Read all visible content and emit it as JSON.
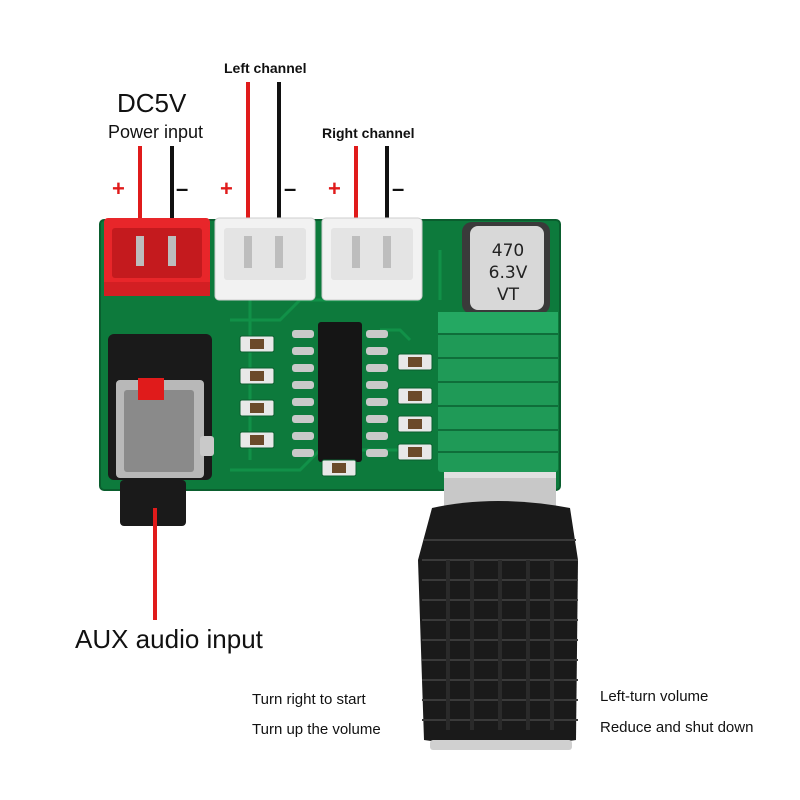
{
  "labels": {
    "dc5v": "DC5V",
    "power_input": "Power input",
    "left_channel": "Left channel",
    "right_channel": "Right channel",
    "aux_input": "AUX audio input",
    "turn_right": "Turn right to start",
    "turn_up": "Turn up the volume",
    "left_turn": "Left-turn volume",
    "reduce": "Reduce and shut down"
  },
  "polarity": {
    "plus": "+",
    "minus": "–"
  },
  "capacitor": {
    "line1": "470",
    "line2": "6.3V",
    "line3": "VT"
  },
  "colors": {
    "pcb": "#0d7a3c",
    "wire_red": "#e01b1b",
    "wire_black": "#111111",
    "connector_red": "#e8262a",
    "connector_white": "#f2f2f2",
    "knob": "#1a1a1a"
  }
}
